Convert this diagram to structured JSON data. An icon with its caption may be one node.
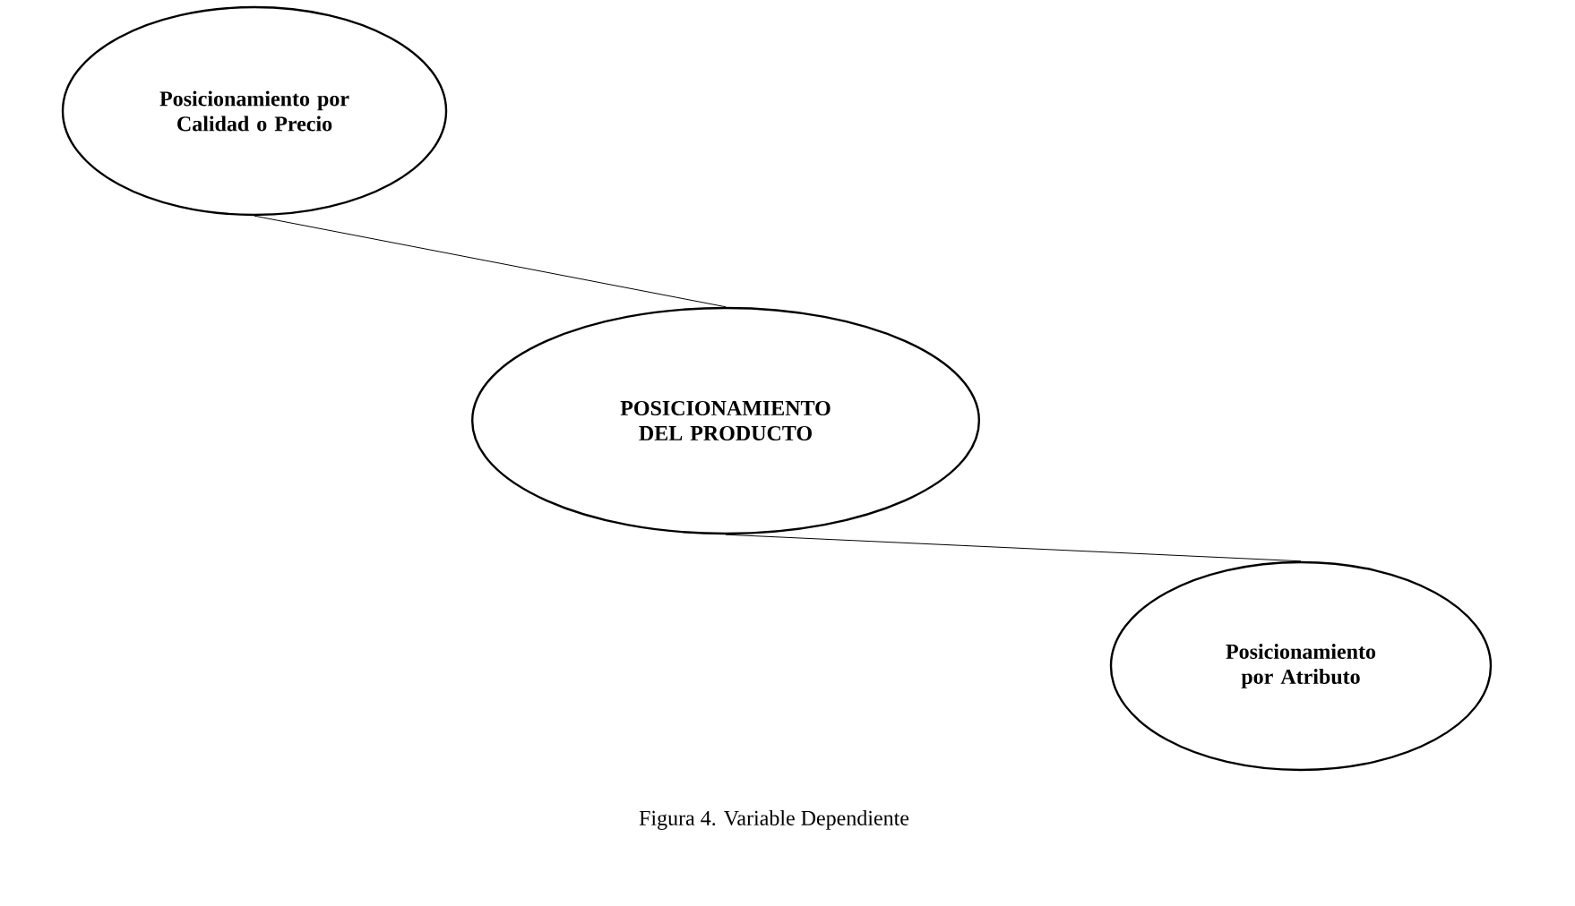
{
  "diagram": {
    "caption": "Figura 4. Variable Dependiente",
    "nodes": [
      {
        "text": [
          "Posicionamiento por Calidad o Precio"
        ]
      },
      {
        "text": [
          "POSICIONAMIENTO DEL PRODUCTO"
        ]
      },
      {
        "text": [
          "Posicionamiento por Atributo"
        ]
      }
    ],
    "edges": [
      {
        "from": 0,
        "to": 1,
        "arrow": "none"
      },
      {
        "from": 1,
        "to": 2,
        "arrow": "none"
      }
    ]
  }
}
